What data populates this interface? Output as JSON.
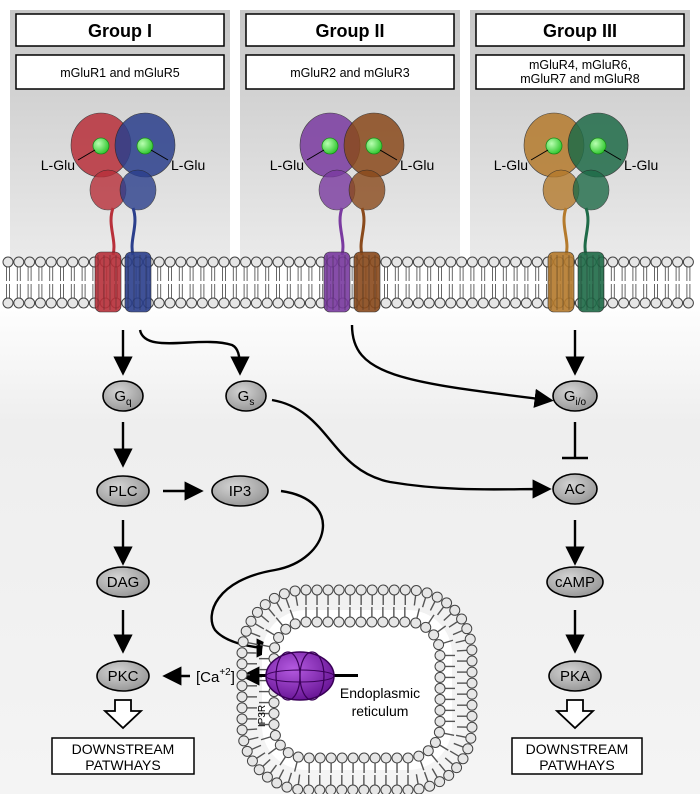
{
  "groups": [
    {
      "title": "Group I",
      "subtypes": [
        "mGluR1 and mGluR5"
      ],
      "ligand_left": "L-Glu",
      "ligand_right": "L-Glu",
      "colors": [
        "#b8303a",
        "#2b3f8c"
      ]
    },
    {
      "title": "Group II",
      "subtypes": [
        "mGluR2 and mGluR3"
      ],
      "ligand_left": "L-Glu",
      "ligand_right": "L-Glu",
      "colors": [
        "#7a3aa0",
        "#8a4a1c"
      ]
    },
    {
      "title": "Group III",
      "subtypes": [
        "mGluR4, mGluR6,",
        "mGluR7 and mGluR8"
      ],
      "ligand_left": "L-Glu",
      "ligand_right": "L-Glu",
      "colors": [
        "#b47a2c",
        "#1f6b48"
      ]
    }
  ],
  "nodes": {
    "gq": {
      "main": "G",
      "sub": "q"
    },
    "gs": {
      "main": "G",
      "sub": "s"
    },
    "gio": {
      "main": "G",
      "sub": "i/o"
    },
    "plc": "PLC",
    "ip3": "IP3",
    "dag": "DAG",
    "pkc": "PKC",
    "ac": "AC",
    "camp": "cAMP",
    "pka": "PKA"
  },
  "calcium": {
    "prefix": "[Ca",
    "sup": "+2",
    "suffix": "]"
  },
  "ip3r_label": "IP3R",
  "er_label": [
    "Endoplasmic",
    "reticulum"
  ],
  "downstream": [
    "DOWNSTREAM",
    "PATWHAYS"
  ],
  "colors": {
    "node_fill": "#9a9a9a",
    "panel_top": "#c8c8c8",
    "panel_bottom": "#f2f2f2",
    "ligand": "#33dd33",
    "ip3r": "#7a10b0",
    "lipid_head": "#e6e6e6"
  }
}
